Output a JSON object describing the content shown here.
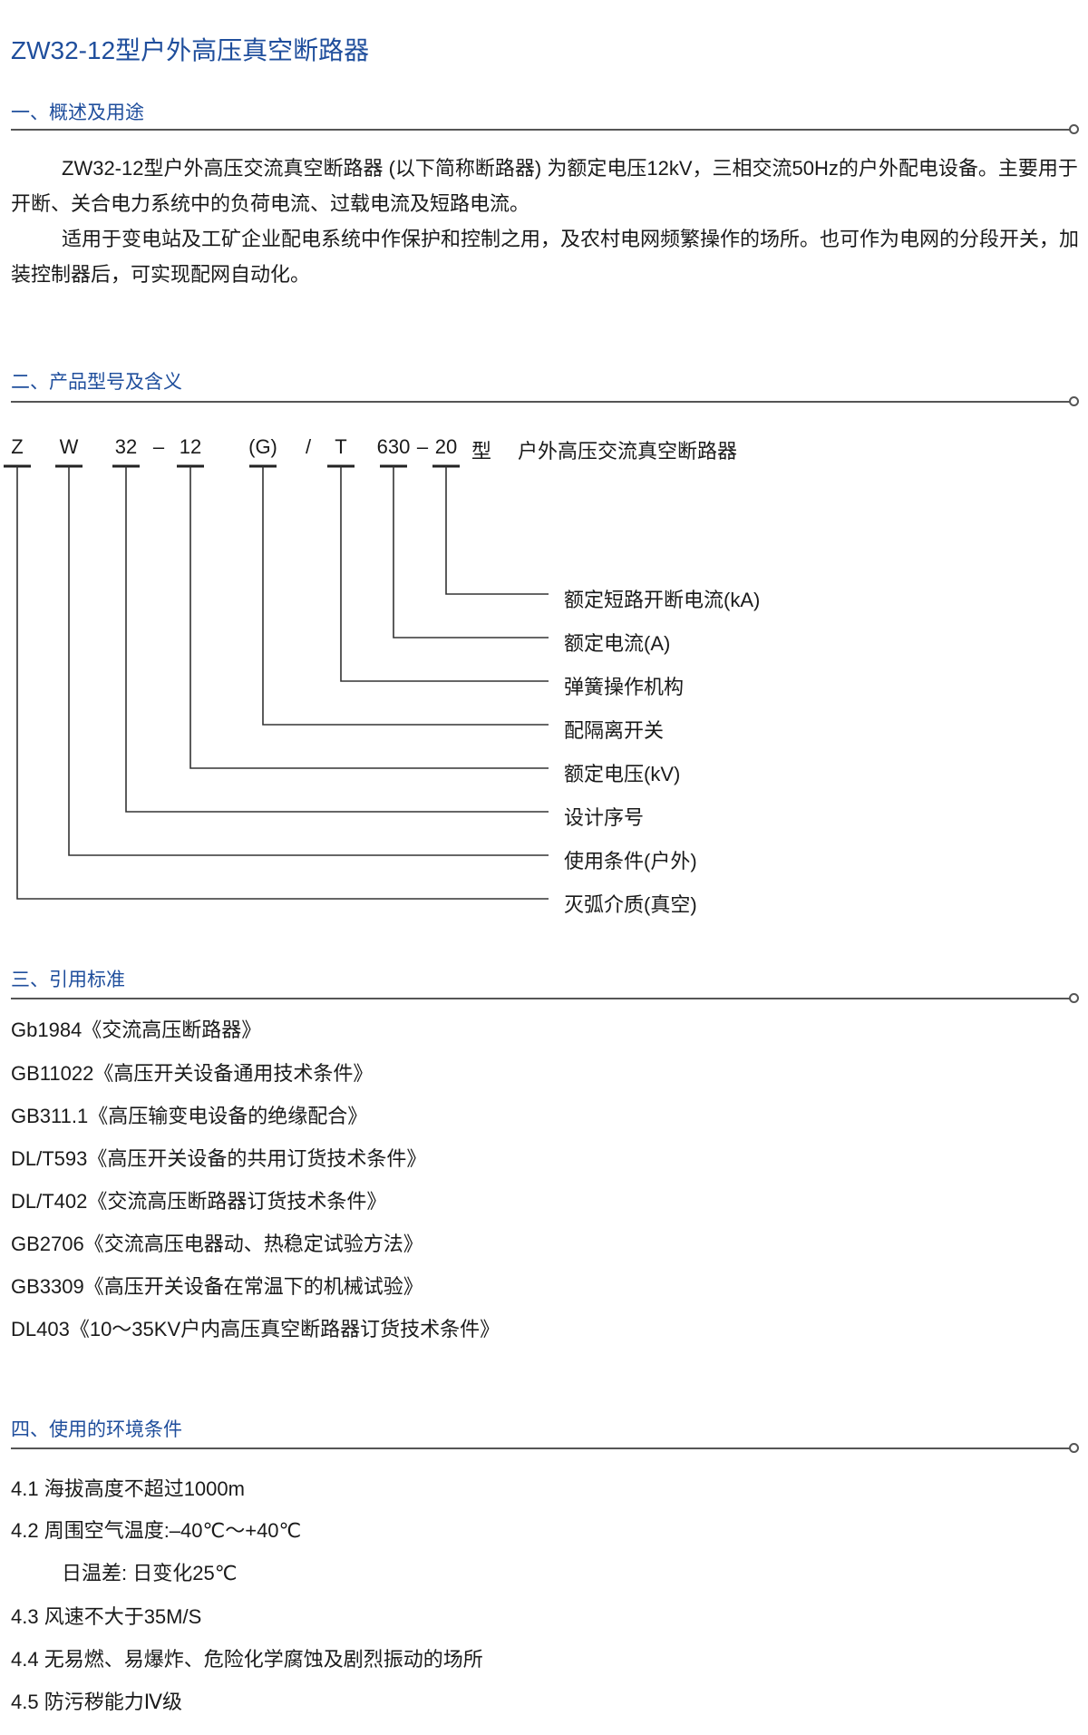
{
  "title": "ZW32-12型户外高压真空断路器",
  "sections": [
    {
      "heading": "一、概述及用途",
      "paragraphs": [
        "ZW32-12型户外高压交流真空断路器 (以下简称断路器) 为额定电压12kV，三相交流50Hz的户外配电设备。主要用于开断、关合电力系统中的负荷电流、过载电流及短路电流。",
        "适用于变电站及工矿企业配电系统中作保护和控制之用，及农村电网频繁操作的场所。也可作为电网的分段开关，加装控制器后，可实现配网自动化。"
      ]
    },
    {
      "heading": "二、产品型号及含义",
      "code": {
        "parts": [
          "Z",
          "W",
          "32",
          "–",
          "12",
          "(G)",
          "/",
          "T",
          "630",
          "–",
          "20",
          "型"
        ],
        "name": "户外高压交流真空断路器"
      },
      "meanings": [
        "额定短路开断电流(kA)",
        "额定电流(A)",
        "弹簧操作机构",
        "配隔离开关",
        "额定电压(kV)",
        "设计序号",
        "使用条件(户外)",
        "灭弧介质(真空)"
      ]
    },
    {
      "heading": "三、引用标准",
      "items": [
        "Gb1984《交流高压断路器》",
        "GB11022《高压开关设备通用技术条件》",
        "GB311.1《高压输变电设备的绝缘配合》",
        "DL/T593《高压开关设备的共用订货技术条件》",
        "DL/T402《交流高压断路器订货技术条件》",
        "GB2706《交流高压电器动、热稳定试验方法》",
        "GB3309《高压开关设备在常温下的机械试验》",
        "DL403《10～35KV户内高压真空断路器订货技术条件》"
      ]
    },
    {
      "heading": "四、使用的环境条件",
      "items": [
        "4.1 海拔高度不超过1000m",
        "4.2 周围空气温度:–40℃～+40℃",
        "日温差: 日变化25℃",
        "4.3 风速不大于35M/S",
        "4.4 无易燃、易爆炸、危险化学腐蚀及剧烈振动的场所",
        "4.5 防污秽能力Ⅳ级"
      ]
    }
  ],
  "colors": {
    "heading": "#1f4e9c",
    "rule": "#555555"
  }
}
